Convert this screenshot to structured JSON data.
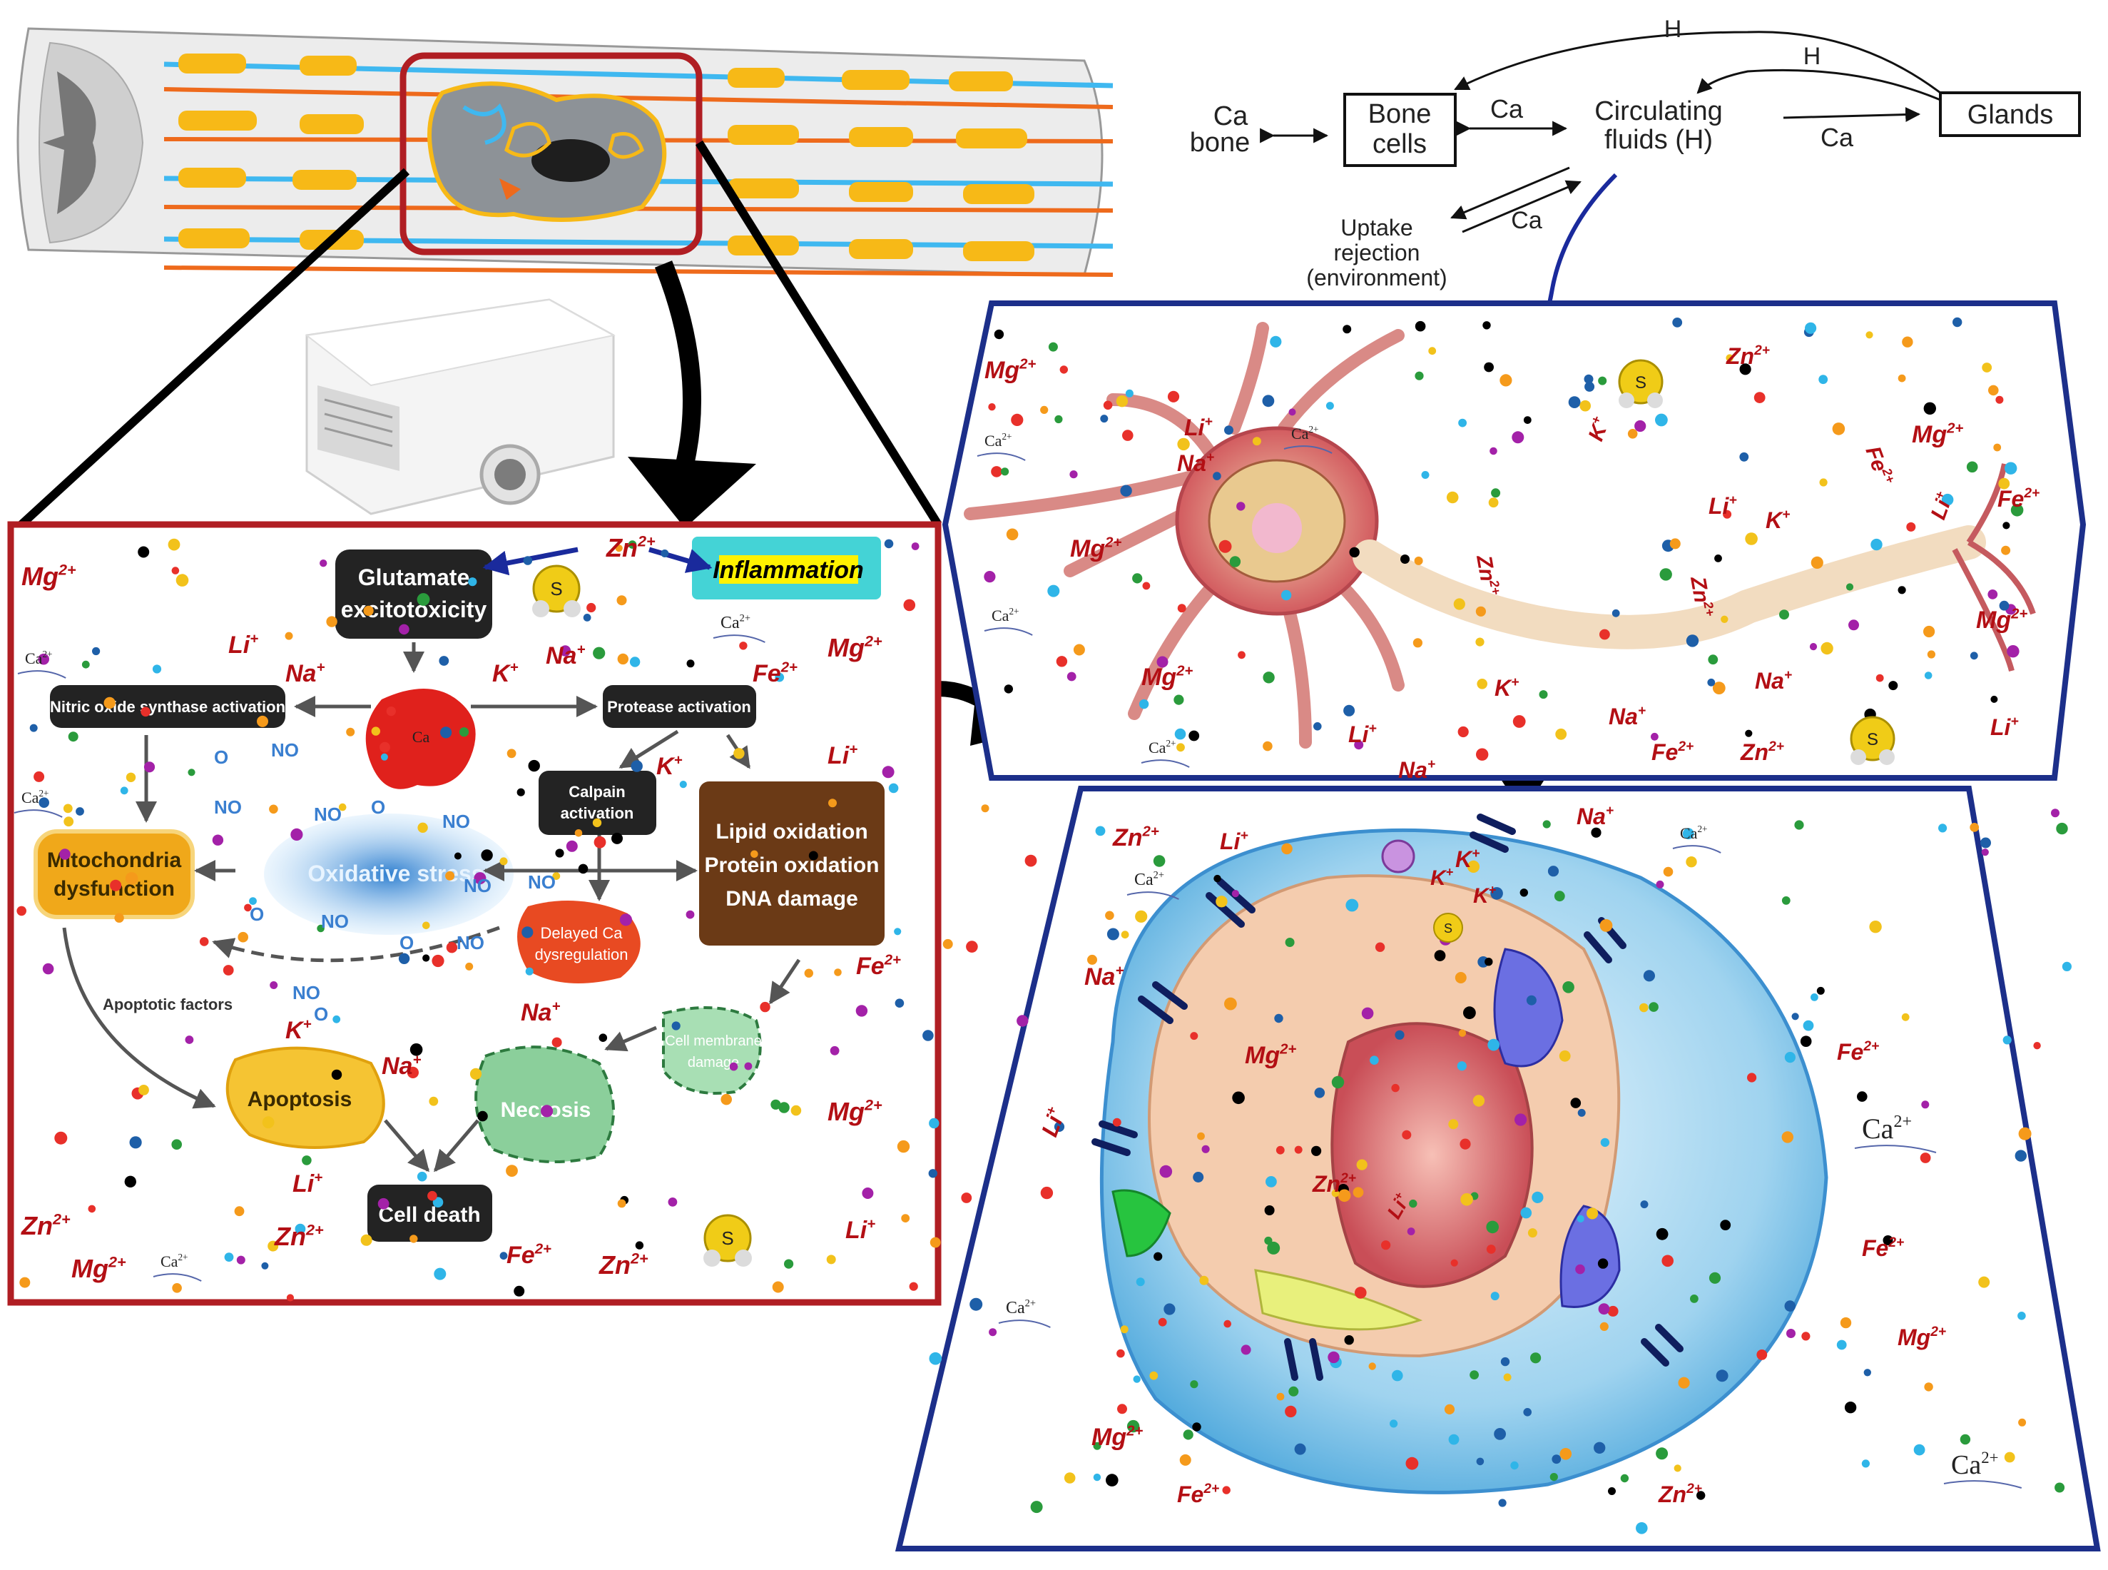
{
  "calcium_cycle": {
    "ca_bone": [
      "Ca",
      "bone"
    ],
    "bone_cells": [
      "Bone",
      "cells"
    ],
    "circulating_fluids": [
      "Circulating",
      "fluids (H)"
    ],
    "glands": "Glands",
    "uptake": [
      "Uptake",
      "rejection",
      "(environment)"
    ],
    "arrow_ca": "Ca",
    "arrow_h": "H"
  },
  "injury_panel": {
    "glutamate": [
      "Glutamate",
      "excitotoxicity"
    ],
    "inflammation": "Inflammation",
    "nitric_oxide": "Nitric oxide synthase activation",
    "protease": "Protease activation",
    "calpain": [
      "Calpain",
      "activation"
    ],
    "mitochondria": [
      "Mitochondria",
      "dysfunction"
    ],
    "oxidative_stress": "Oxidative stress",
    "lipid": [
      "Lipid oxidation",
      "Protein oxidation",
      "DNA damage"
    ],
    "delayed_ca": [
      "Delayed Ca",
      "dysregulation"
    ],
    "apoptotic_factors": "Apoptotic factors",
    "cell_membrane": [
      "Cell membrane",
      "damage"
    ],
    "apoptosis": "Apoptosis",
    "necrosis": "Necrosis",
    "cell_death": "Cell death",
    "ca_central": "Ca",
    "no": "NO",
    "o2": "O",
    "h2s_s": "S",
    "h2s_h": "H"
  },
  "ions": {
    "mg": "Mg",
    "mg_sup": "2+",
    "zn": "Zn",
    "zn_sup": "2+",
    "fe": "Fe",
    "fe_sup": "2+",
    "na": "Na",
    "na_sup": "+",
    "k": "K",
    "k_sup": "+",
    "li": "Li",
    "li_sup": "+",
    "ca": "Ca",
    "ca_sup": "2+"
  },
  "colors": {
    "red_frame": "#b01e23",
    "blue_frame": "#1c2f8a",
    "ion_red": "#b30f14",
    "inflammation_bg": "#44d3d6",
    "inflammation_text": "#fff200",
    "dark_box": "#232323",
    "lipid_box": "#6b3a16",
    "mito": "#f0a81a",
    "necrosis": "#7cc48f",
    "oxidative": "#3d8fd6"
  }
}
